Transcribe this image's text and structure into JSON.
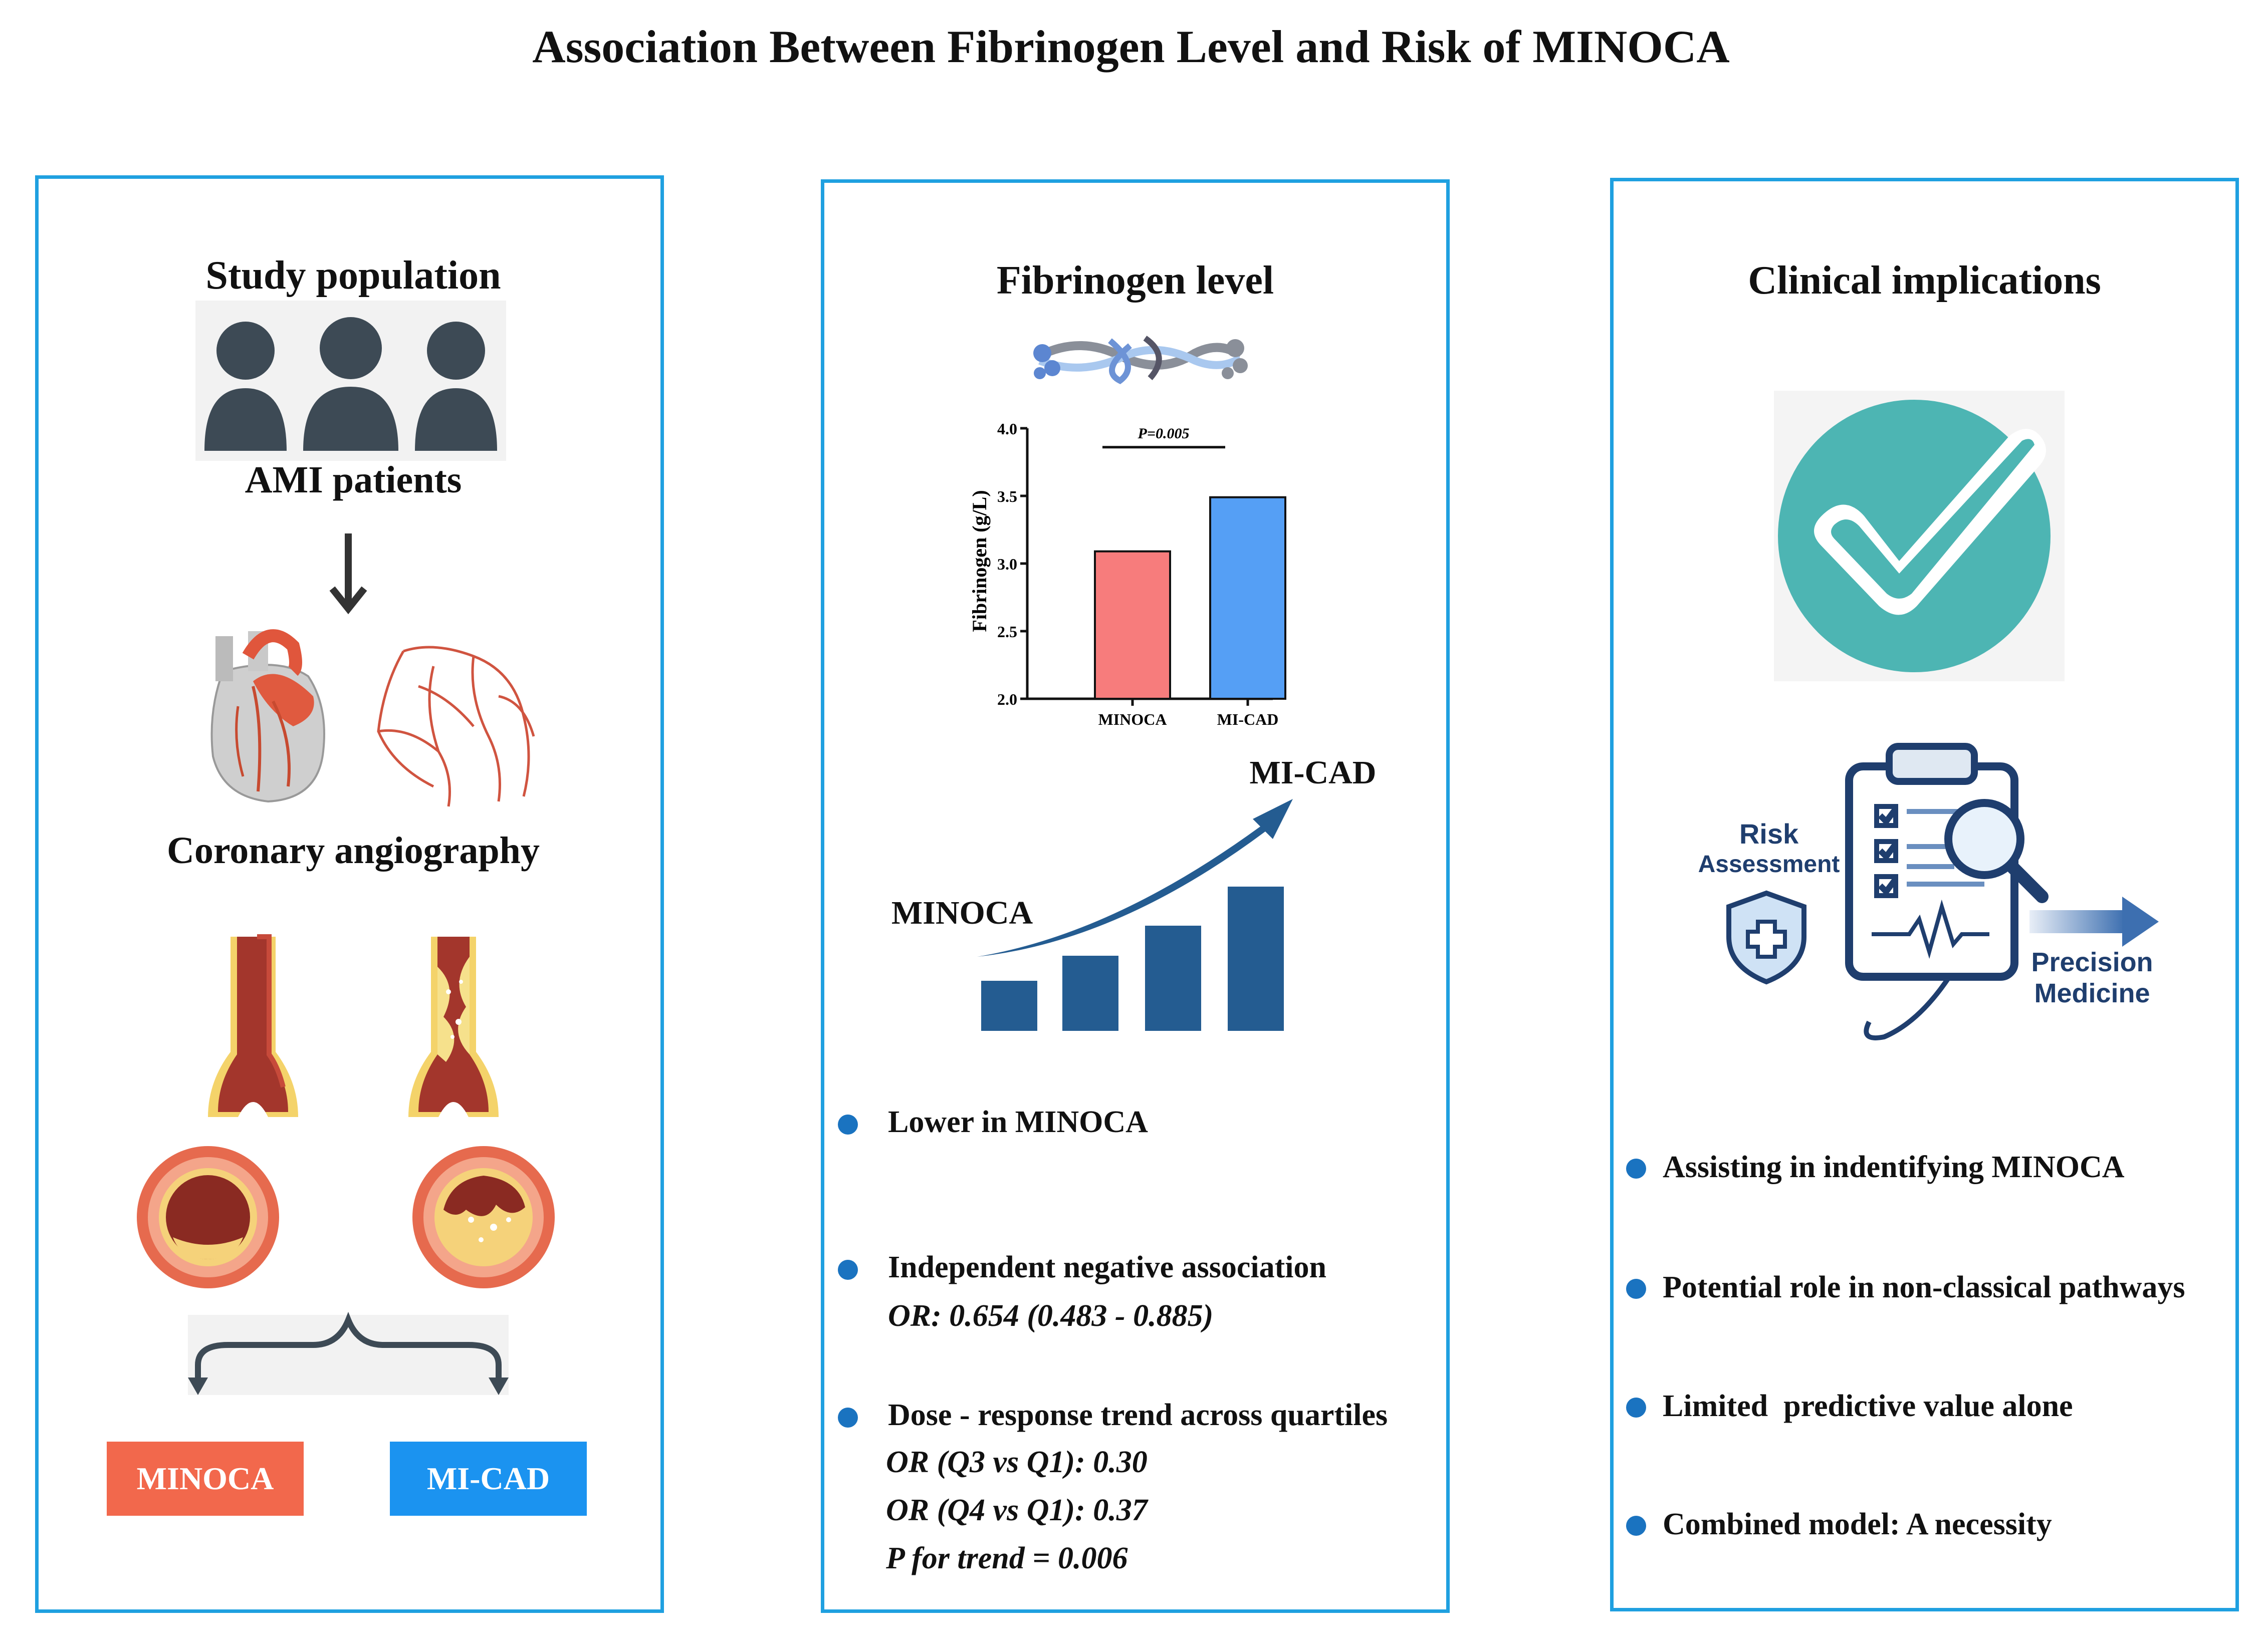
{
  "title": "Association Between Fibrinogen Level and Risk of MINOCA",
  "colors": {
    "panel_border": "#1fa0e0",
    "minoca": "#f2684c",
    "micad": "#1b93f0",
    "bar_minoca": "#f77c7c",
    "bar_micad": "#559ff5",
    "trend": "#245c91",
    "check": "#4db5b3",
    "bullet": "#1a73c0"
  },
  "left": {
    "heading": "Study population",
    "patients": "AMI patients",
    "procedure": "Coronary angiography",
    "outcome_1": "MINOCA",
    "outcome_2": "MI-CAD"
  },
  "middle": {
    "heading": "Fibrinogen level",
    "trend_low": "MINOCA",
    "trend_high": "MI-CAD",
    "bullets": [
      {
        "text": "Lower in MINOCA"
      },
      {
        "text": "Independent negative association",
        "sub": [
          "OR: 0.654 (0.483 - 0.885)"
        ]
      },
      {
        "text": "Dose - response trend across quartiles",
        "sub": [
          "OR (Q3 vs Q1): 0.30",
          "OR (Q4 vs Q1): 0.37",
          "P for trend = 0.006"
        ]
      }
    ]
  },
  "chart_data": {
    "type": "bar",
    "categories": [
      "MINOCA",
      "MI-CAD"
    ],
    "values": [
      3.09,
      3.49
    ],
    "ylabel": "Fibrinogen (g/L)",
    "ylim": [
      2.0,
      4.0
    ],
    "yticks": [
      "2.0",
      "2.5",
      "3.0",
      "3.5",
      "4.0"
    ],
    "annotation": "P=0.005"
  },
  "right": {
    "heading": "Clinical implications",
    "risk_1": "Risk",
    "risk_2": "Assessment",
    "precision_1": "Precision",
    "precision_2": "Medicine",
    "bullets": [
      "Assisting in indentifying MINOCA",
      "Potential role in non-classical pathways",
      "Limited  predictive value alone",
      "Combined model: A necessity"
    ]
  }
}
